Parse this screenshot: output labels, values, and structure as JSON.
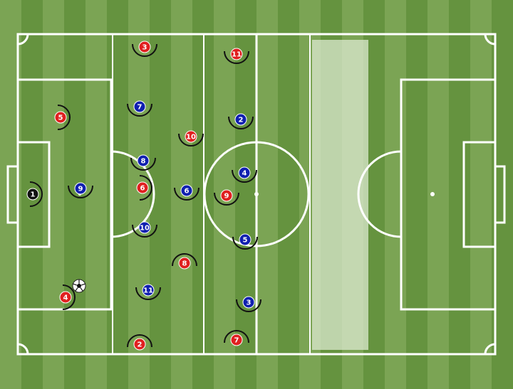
{
  "pitch": {
    "colors": {
      "stripe_light": "#7ba454",
      "stripe_dark": "#65933f",
      "lines": "#ffffff",
      "zone_highlight": "#dce9d0",
      "team_red": "#e02020",
      "team_blue": "#1020b0",
      "goalkeeper": "#111111",
      "vision_arc": "#111111"
    },
    "ball": {
      "icon": "soccer-ball-icon"
    }
  },
  "players": [
    {
      "team": "black",
      "number": "1",
      "role": "goalkeeper"
    },
    {
      "team": "red",
      "number": "5"
    },
    {
      "team": "red",
      "number": "4"
    },
    {
      "team": "blue",
      "number": "9"
    },
    {
      "team": "red",
      "number": "3"
    },
    {
      "team": "blue",
      "number": "7"
    },
    {
      "team": "blue",
      "number": "8"
    },
    {
      "team": "red",
      "number": "6"
    },
    {
      "team": "blue",
      "number": "10"
    },
    {
      "team": "blue",
      "number": "11"
    },
    {
      "team": "red",
      "number": "2"
    },
    {
      "team": "red",
      "number": "10"
    },
    {
      "team": "blue",
      "number": "6"
    },
    {
      "team": "red",
      "number": "8"
    },
    {
      "team": "red",
      "number": "11"
    },
    {
      "team": "blue",
      "number": "2"
    },
    {
      "team": "blue",
      "number": "4"
    },
    {
      "team": "red",
      "number": "9"
    },
    {
      "team": "blue",
      "number": "5"
    },
    {
      "team": "blue",
      "number": "3"
    },
    {
      "team": "red",
      "number": "7"
    }
  ]
}
